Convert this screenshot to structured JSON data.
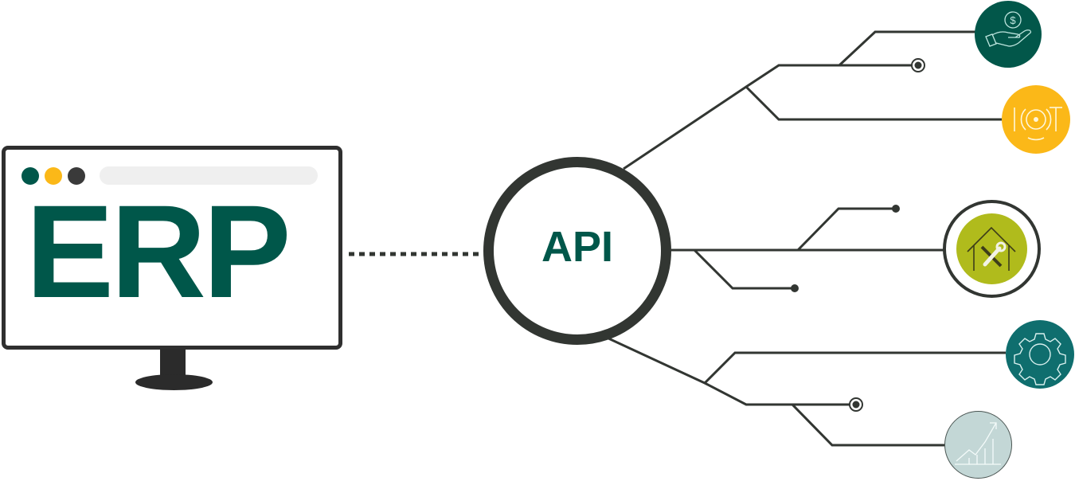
{
  "erp": {
    "title": "ERP",
    "window_dots": [
      "#00574a",
      "#fbb818",
      "#3a3a3a"
    ]
  },
  "api": {
    "label": "API"
  },
  "connector": {
    "style": "dotted",
    "color": "#323632"
  },
  "nodes": [
    {
      "id": "finance",
      "icon": "hand-dollar-icon",
      "color": "#02574a"
    },
    {
      "id": "iot",
      "icon": "iot-icon",
      "label": "IOT",
      "color": "#fbb818"
    },
    {
      "id": "maintenance",
      "icon": "house-tools-icon",
      "color": "#b0bb1c"
    },
    {
      "id": "settings",
      "icon": "gear-icon",
      "color": "#0f6e6e"
    },
    {
      "id": "analytics",
      "icon": "growth-chart-icon",
      "color": "#c3d7d6"
    }
  ],
  "colors": {
    "brand_green": "#00574a",
    "line": "#323632"
  }
}
